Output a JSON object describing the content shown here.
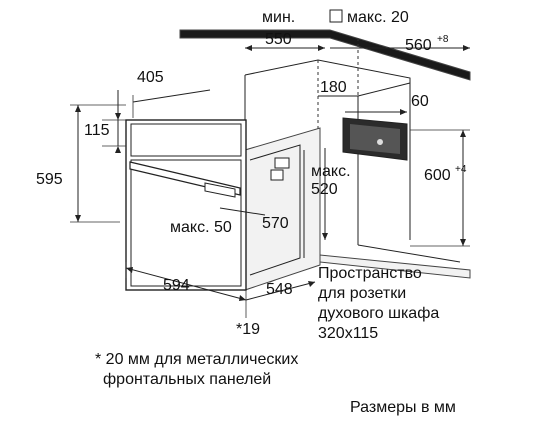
{
  "dimensions": {
    "min_label": "мин.",
    "min_value": "550",
    "max_top_label": "макс. 20",
    "cabinet_depth": "560",
    "cabinet_depth_tol": "+8",
    "oven_depth_top": "405",
    "socket_offset": "180",
    "socket_width": "60",
    "panel_height": "115",
    "oven_height": "595",
    "niche_max_label": "макс.",
    "niche_max_value": "520",
    "niche_height": "600",
    "niche_height_tol": "+4",
    "handle_max": "макс. 50",
    "inner_height": "570",
    "oven_width": "594",
    "inner_depth": "548",
    "front_note_ref": "*19"
  },
  "notes": {
    "socket_line1": "Пространство",
    "socket_line2": "для розетки",
    "socket_line3": "духового шкафа",
    "socket_line4": "320x115",
    "footnote_line1": "* 20 мм для металлических",
    "footnote_line2": "фронтальных панелей",
    "units": "Размеры в мм"
  },
  "colors": {
    "line": "#222222",
    "cabinet_fill": "#f2f2f2",
    "socket_fill": "#2b2b2b"
  }
}
